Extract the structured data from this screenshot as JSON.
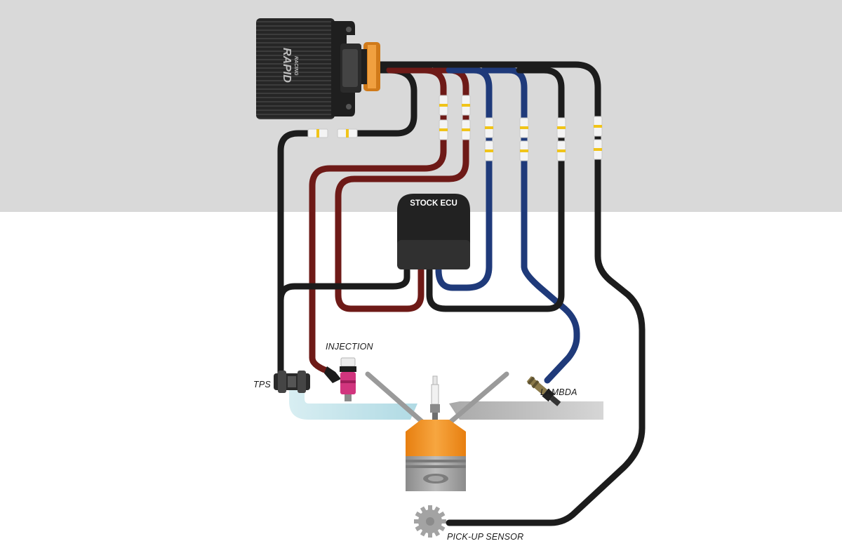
{
  "colors": {
    "background_top": "#d9d9d9",
    "background_bottom": "#ffffff",
    "wire_black": "#1c1c1c",
    "wire_red": "#6e1a17",
    "wire_blue": "#1f3a7a",
    "intake": "#b5dde6",
    "exhaust": "#bdbdbd",
    "piston_head": "#f28c1b",
    "piston_body": "#9b9b9b",
    "injector": "#d1357e"
  },
  "module": {
    "brand": "RAPID",
    "sub": "RACING"
  },
  "stock_ecu": {
    "label": "STOCK ECU"
  },
  "labels": {
    "tps": "TPS",
    "injection": "INJECTION",
    "lambda": "LAMBDA",
    "pickup": "PICK-UP SENSOR"
  }
}
